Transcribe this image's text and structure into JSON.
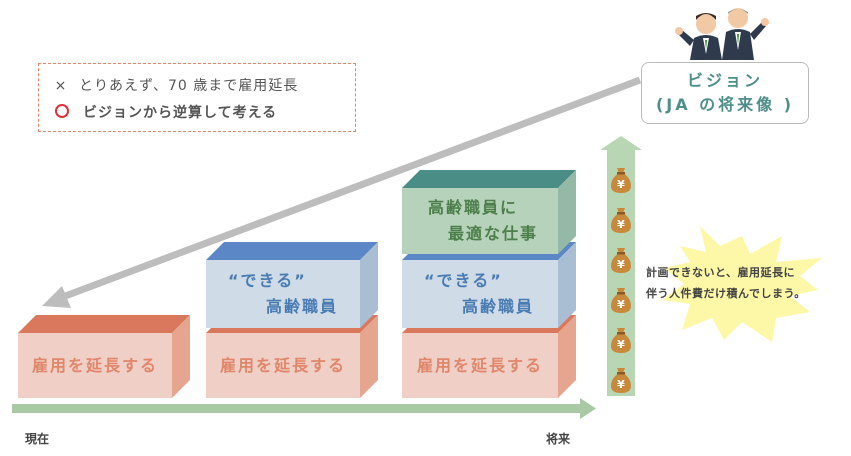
{
  "legend": {
    "cross_mark": "×",
    "cross_text": "とりあえず、70 歳まで雇用延長",
    "circle_text": "ビジョンから逆算して考える"
  },
  "vision": {
    "line1": "ビジョン",
    "line2": "(JA の将来像 )"
  },
  "blocks": {
    "extend_label": "雇用を延長する",
    "capable_line1": "“できる”",
    "capable_line2": "高齢職員",
    "optimal_line1": "高齢職員に",
    "optimal_line2": "最適な仕事"
  },
  "axis": {
    "start": "現在",
    "end": "将来"
  },
  "note": {
    "line1": "計画できないと、雇用延長に",
    "line2": "伴う人件費だけ積んでしまう。"
  },
  "money_bag": {
    "symbol": "¥",
    "count": 6,
    "icon": "money-bag-icon"
  },
  "colors": {
    "salmon": "#efcfc6",
    "salmon_top": "#d9785c",
    "blue": "#cfdbe6",
    "blue_top": "#5b87c7",
    "green": "#b6d2ba",
    "teal_top": "#4a8c86",
    "arrow_gray": "#bdbdbd",
    "axis_green": "#a9c9a4",
    "starburst": "#fdf7a8",
    "legend_red": "#e0303a"
  }
}
